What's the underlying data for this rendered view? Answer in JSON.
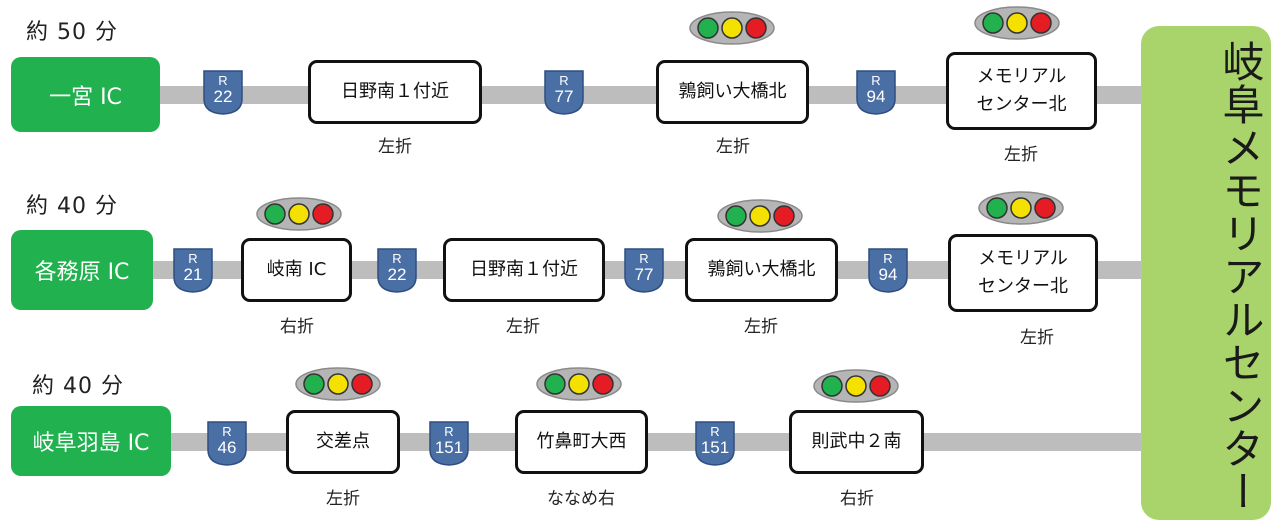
{
  "destination": "岐阜メモリアルセンター",
  "routes": [
    {
      "time": "約 50 分",
      "ic": "一宮 IC",
      "shields": [
        {
          "r": "R",
          "n": "22"
        },
        {
          "r": "R",
          "n": "77"
        },
        {
          "r": "R",
          "n": "94"
        }
      ],
      "points": [
        {
          "name": "日野南１付近",
          "turn": "左折",
          "signal": false
        },
        {
          "name": "鶉飼い大橋北",
          "turn": "左折",
          "signal": true
        },
        {
          "name_lines": [
            "メモリアル",
            "センター北"
          ],
          "turn": "左折",
          "signal": true
        }
      ]
    },
    {
      "time": "約 40 分",
      "ic": "各務原 IC",
      "shields": [
        {
          "r": "R",
          "n": "21"
        },
        {
          "r": "R",
          "n": "22"
        },
        {
          "r": "R",
          "n": "77"
        },
        {
          "r": "R",
          "n": "94"
        }
      ],
      "points": [
        {
          "name": "岐南 IC",
          "turn": "右折",
          "signal": true
        },
        {
          "name": "日野南１付近",
          "turn": "左折",
          "signal": false
        },
        {
          "name": "鶉飼い大橋北",
          "turn": "左折",
          "signal": true
        },
        {
          "name_lines": [
            "メモリアル",
            "センター北"
          ],
          "turn": "左折",
          "signal": true
        }
      ]
    },
    {
      "time": "約 40 分",
      "ic": "岐阜羽島 IC",
      "shields": [
        {
          "r": "R",
          "n": "46"
        },
        {
          "r": "R",
          "n": "151"
        },
        {
          "r": "R",
          "n": "151"
        }
      ],
      "points": [
        {
          "name": "交差点",
          "turn": "左折",
          "signal": true
        },
        {
          "name": "竹鼻町大西",
          "turn": "ななめ右",
          "signal": true
        },
        {
          "name": "則武中２南",
          "turn": "右折",
          "signal": true
        }
      ]
    }
  ],
  "colors": {
    "ic_green": "#21b14f",
    "dest_green": "#a9d46b",
    "shield_blue": "#4a6fa5",
    "road_gray": "#bdbdbd"
  },
  "icons": {
    "signal": "traffic-signal-icon",
    "shield": "route-shield-icon"
  }
}
